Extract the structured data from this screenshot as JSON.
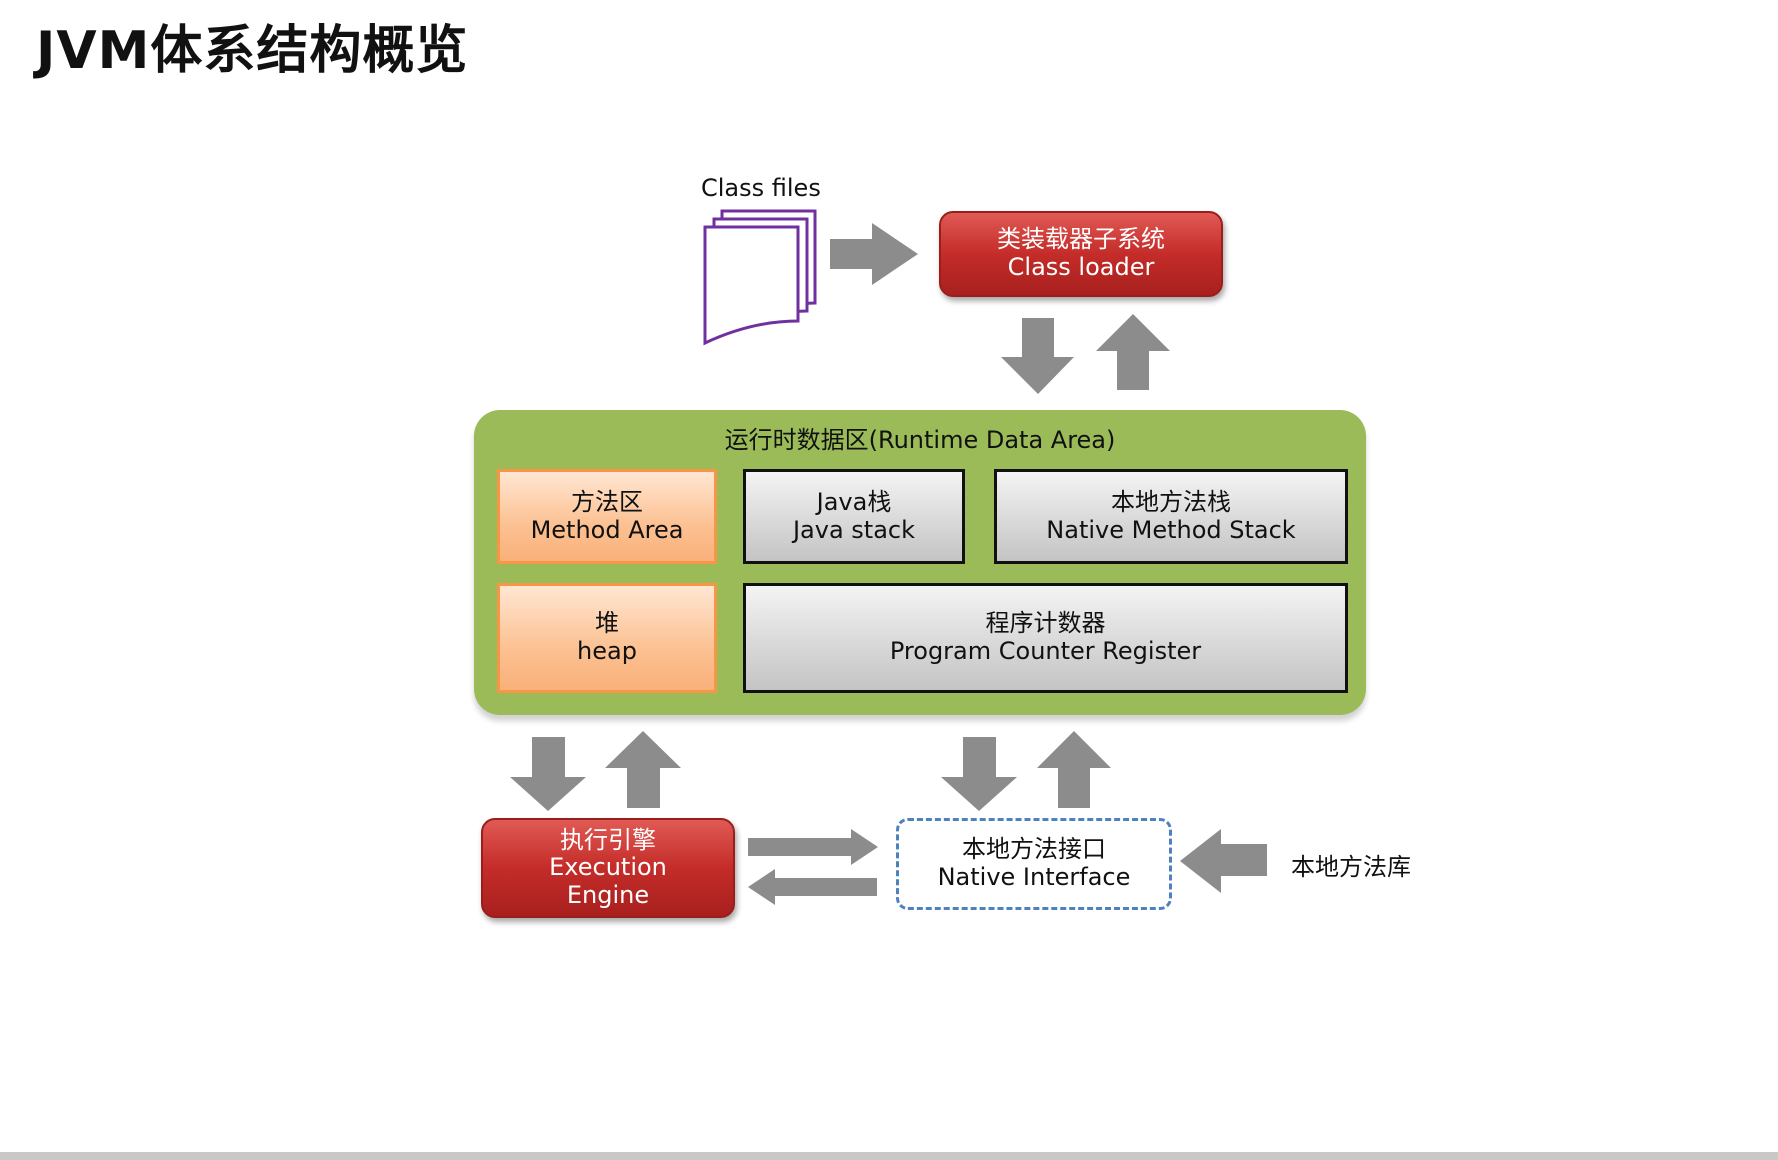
{
  "slide": {
    "title": "JVM体系结构概览"
  },
  "class_files": {
    "label": "Class files"
  },
  "class_loader": {
    "line1": "类装载器子系统",
    "line2": "Class loader"
  },
  "runtime_data_area": {
    "title": "运行时数据区(Runtime Data Area)",
    "method_area": {
      "line1": "方法区",
      "line2": "Method Area"
    },
    "java_stack": {
      "line1": "Java栈",
      "line2": "Java stack"
    },
    "native_method_stack": {
      "line1": "本地方法栈",
      "line2": "Native Method Stack"
    },
    "heap": {
      "line1": "堆",
      "line2": "heap"
    },
    "program_counter": {
      "line1": "程序计数器",
      "line2": "Program Counter Register"
    }
  },
  "execution_engine": {
    "line1": "执行引擎",
    "line2": "Execution",
    "line3": "Engine"
  },
  "native_interface": {
    "line1": "本地方法接口",
    "line2": "Native Interface"
  },
  "native_library": {
    "label": "本地方法库"
  },
  "colors": {
    "red_box": "#c42c29",
    "green_area": "#9bbb59",
    "orange_box": "#fcc192",
    "orange_border": "#f79646",
    "gray_box": "#d9d9d9",
    "dashed_border": "#4f81bd",
    "arrow": "#8c8c8c",
    "class_files_outline": "#7030a0"
  },
  "icons": {
    "class_files": "document-stack-icon",
    "arrows": "block-arrow-icon"
  }
}
